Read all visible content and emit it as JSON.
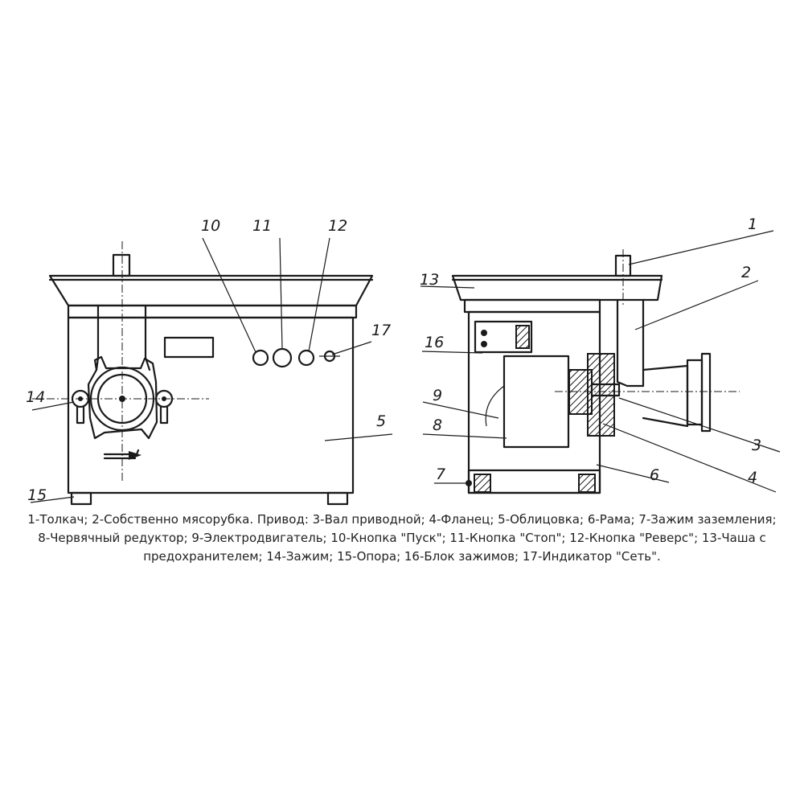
{
  "callouts": {
    "n1": "1",
    "n2": "2",
    "n3": "3",
    "n4": "4",
    "n5": "5",
    "n6": "6",
    "n7": "7",
    "n8": "8",
    "n9": "9",
    "n10": "10",
    "n11": "11",
    "n12": "12",
    "n13": "13",
    "n14": "14",
    "n15": "15",
    "n16": "16",
    "n17": "17"
  },
  "caption": "1-Толкач; 2-Собственно мясорубка. Привод: 3-Вал приводной; 4-Фланец; 5-Облицовка; 6-Рама; 7-Зажим заземления; 8-Червячный редуктор; 9-Электродвигатель; 10-Кнопка \"Пуск\"; 11-Кнопка \"Стоп\"; 12-Кнопка \"Реверс\"; 13-Чаша с предохранителем; 14-Зажим; 15-Опора; 16-Блок зажимов; 17-Индикатор \"Сеть\"."
}
